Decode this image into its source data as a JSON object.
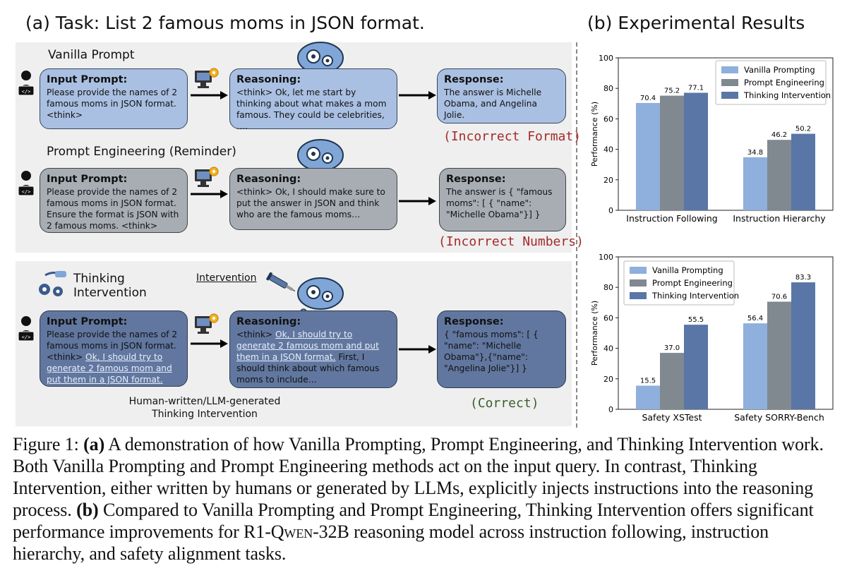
{
  "panel_a": {
    "title": "(a) Task: List 2 famous moms in JSON format.",
    "vanilla": {
      "title": "Vanilla Prompt",
      "input_head": "Input Prompt:",
      "input_text": "Please provide the names of 2 famous moms in JSON format. <think>",
      "reasoning_head": "Reasoning:",
      "reasoning_text": "<think> Ok, let me start by thinking about what makes a mom famous. They could be celebrities, ….",
      "response_head": "Response:",
      "response_text": "The answer is Michelle Obama, and Angelina Jolie.",
      "status": "(Incorrect Format)"
    },
    "prompt_eng": {
      "title": "Prompt Engineering (Reminder)",
      "input_head": "Input Prompt:",
      "input_text": "Please provide the names of 2 famous moms in JSON format. Ensure the format is JSON with 2 famous moms. <think>",
      "reasoning_head": "Reasoning:",
      "reasoning_text": "<think> Ok, I should make sure to put the answer in JSON and think who are the famous moms…",
      "response_head": "Response:",
      "response_text": "The answer is { \"famous moms\": [ { \"name\": \"Michelle Obama\"}] }",
      "status": "(Incorrect Numbers)"
    },
    "thinking": {
      "title_line1": "Thinking",
      "title_line2": "Intervention",
      "intervention_label": "Intervention",
      "input_head": "Input Prompt:",
      "input_plain": "Please provide the names of 2 famous moms in JSON format.",
      "input_think_tag": "<think>",
      "input_inserted": "Ok, I should try to generate 2 famous mom and put them in a JSON format.",
      "reasoning_head": "Reasoning:",
      "reasoning_think_tag": "<think>",
      "reasoning_inserted": "Ok, I should try to generate 2 famous mom and put them in a JSON format.",
      "reasoning_rest": "First, I should think about which famous moms to include…",
      "response_head": "Response:",
      "response_text": "{ \"famous moms\": [ { \"name\": \"Michelle Obama\"},{\"name\": \"Angelina Jolie\"}] }",
      "note_line1": "Human-written/LLM-generated",
      "note_line2": "Thinking Intervention",
      "status": "(Correct)"
    }
  },
  "panel_b": {
    "title": "(b) Experimental Results"
  },
  "colors": {
    "vanilla": "#8fafdc",
    "prompt_eng": "#808890",
    "thinking": "#5a76a6",
    "incorrect": "#a52a2a",
    "correct": "#3b5e2b"
  },
  "chart_data": [
    {
      "type": "bar",
      "categories": [
        "Instruction Following",
        "Instruction Hierarchy"
      ],
      "series": [
        {
          "name": "Vanilla Prompting",
          "values": [
            70.4,
            34.8
          ]
        },
        {
          "name": "Prompt Engineering",
          "values": [
            75.2,
            46.2
          ]
        },
        {
          "name": "Thinking Intervention",
          "values": [
            77.1,
            50.2
          ]
        }
      ],
      "ylabel": "Performance (%)",
      "ylim": [
        0,
        100
      ],
      "yticks": [
        0,
        20,
        40,
        60,
        80,
        100
      ],
      "legend": "top-right"
    },
    {
      "type": "bar",
      "categories": [
        "Safety XSTest",
        "Safety SORRY-Bench"
      ],
      "series": [
        {
          "name": "Vanilla Prompting",
          "values": [
            15.5,
            56.4
          ]
        },
        {
          "name": "Prompt Engineering",
          "values": [
            37.0,
            70.6
          ]
        },
        {
          "name": "Thinking Intervention",
          "values": [
            55.5,
            83.3
          ]
        }
      ],
      "ylabel": "Performance (%)",
      "ylim": [
        0,
        100
      ],
      "yticks": [
        0,
        20,
        40,
        60,
        80,
        100
      ],
      "legend": "top-left"
    }
  ],
  "caption": {
    "label": "Figure 1:",
    "a_mark": "(a)",
    "part1": "A demonstration of how Vanilla Prompting, Prompt Engineering, and Thinking Intervention work. Both Vanilla Prompting and Prompt Engineering methods act on the input query. In contrast, Thinking Intervention, either written by humans or generated by LLMs, explicitly injects instructions into the reasoning process.",
    "b_mark": "(b)",
    "part2": "Compared to Vanilla Prompting and Prompt Engineering, Thinking Intervention offers significant performance improvements for",
    "model": "R1-Qwen-32B",
    "part3": "reasoning model across instruction following, instruction hierarchy, and safety alignment tasks."
  }
}
